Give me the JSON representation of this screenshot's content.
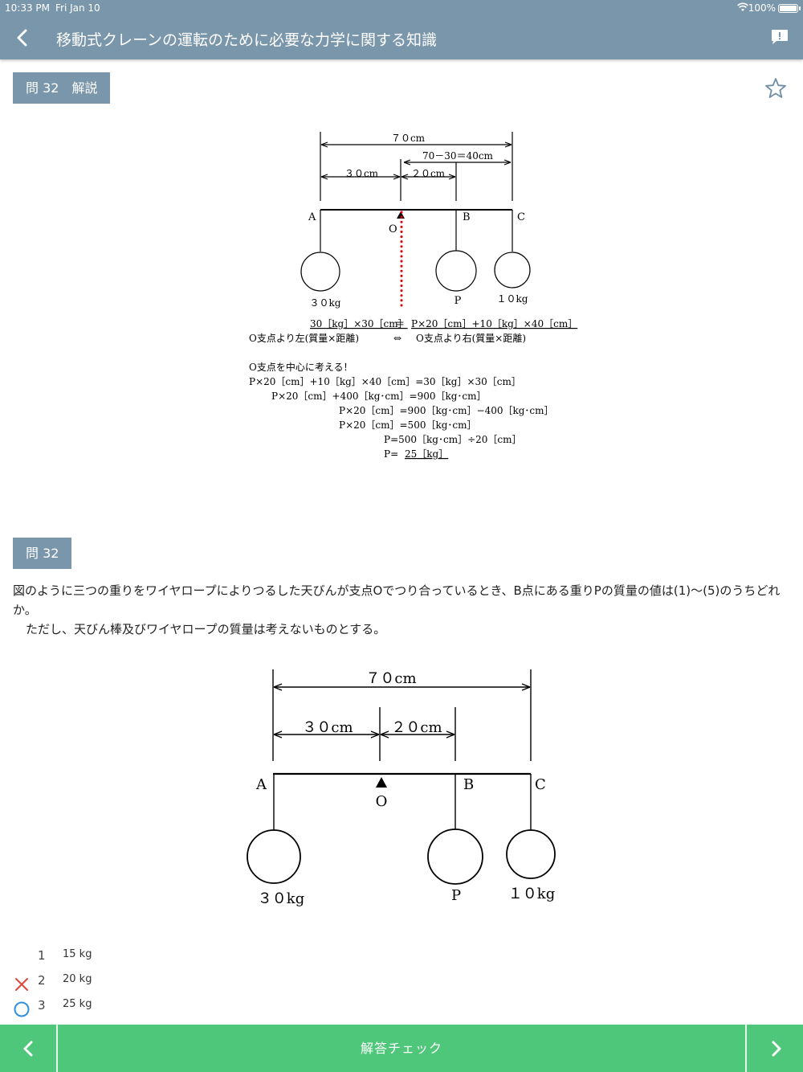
{
  "status_bar": {
    "time": "10:33 PM",
    "date": "Fri Jan 10",
    "battery": "100%"
  },
  "header": {
    "title": "移動式クレーンの運転のために必要な力学に関する知識"
  },
  "explanation": {
    "tag": "問 32　解説",
    "figure": {
      "dim_total": "７０cm",
      "dim_right": "70－30＝40cm",
      "dim_left": "３０cm",
      "dim_mid": "２０cm",
      "label_a": "A",
      "label_b": "B",
      "label_c": "C",
      "label_o": "O",
      "weight_a": "３０kg",
      "weight_b": "P",
      "weight_c": "１０kg"
    },
    "eq_main_left": "30［kg］×30［cm］",
    "eq_main_eq": "＝",
    "eq_main_right": "P×20［cm］+10［kg］×40［cm］",
    "eq_note_left": "O支点より左(質量×距離)",
    "eq_note_mid": "⇔",
    "eq_note_right": "O支点より右(質量×距離)",
    "heading": "O支点を中心に考える！",
    "steps": [
      "P×20［cm］+10［kg］×40［cm］=30［kg］×30［cm］",
      "P×20［cm］+400［kg･cm］=900［kg･cm］",
      "P×20［cm］=900［kg･cm］−400［kg･cm］",
      "P×20［cm］=500［kg･cm］",
      "P=500［kg･cm］÷20［cm］",
      "P="
    ],
    "answer": "25［kg］"
  },
  "question": {
    "tag": "問 32",
    "text_line1": "図のように三つの重りをワイヤロープによりつるした天びんが支点Oでつり合っているとき、B点にある重りPの質量の値は(1)〜(5)のうちどれか。",
    "text_line2": "ただし、天びん棒及びワイヤロープの質量は考えないものとする。",
    "figure": {
      "dim_total": "７０cm",
      "dim_left": "３０cm",
      "dim_mid": "２０cm",
      "label_a": "A",
      "label_b": "B",
      "label_c": "C",
      "label_o": "O",
      "weight_a": "３０kg",
      "weight_b": "P",
      "weight_c": "１０kg"
    }
  },
  "choices": [
    {
      "num": "1",
      "label": "15 kg",
      "mark": "none"
    },
    {
      "num": "2",
      "label": "20 kg",
      "mark": "wrong"
    },
    {
      "num": "3",
      "label": "25 kg",
      "mark": "correct"
    }
  ],
  "bottom_bar": {
    "check_label": "解答チェック"
  },
  "colors": {
    "header_bg": "#7a96ab",
    "bottom_bg": "#4fc77a",
    "wrong": "#e0463b",
    "correct": "#2f8fe0",
    "fulcrum_line": "#e00000"
  },
  "icons": {
    "back": "chevron-left-icon",
    "report": "report-icon",
    "favorite": "star-outline-icon",
    "prev": "chevron-left-icon",
    "next": "chevron-right-icon"
  }
}
